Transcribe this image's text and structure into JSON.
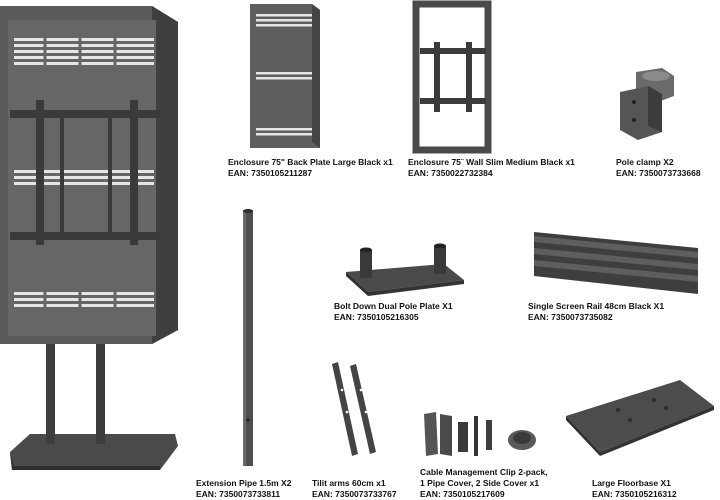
{
  "colors": {
    "metal_dark": "#4a4a4a",
    "metal_mid": "#5c5c5c",
    "metal_light": "#7a7a7a",
    "vent": "#e6e6e6"
  },
  "items": [
    {
      "name": "Enclosure 75\" Back Plate Large Black x1",
      "ean": "EAN: 7350105211287"
    },
    {
      "name": "Enclosure 75¨ Wall Slim Medium Black x1",
      "ean": "EAN: 7350022732384"
    },
    {
      "name": "Pole clamp X2",
      "ean": "EAN: 7350073733668"
    },
    {
      "name": "Bolt Down Dual Pole Plate X1",
      "ean": "EAN: 7350105216305"
    },
    {
      "name": "Single Screen Rail 48cm Black X1",
      "ean": "EAN: 7350073735082"
    },
    {
      "name": "Extension Pipe 1.5m  X2",
      "ean": "EAN: 7350073733811"
    },
    {
      "name": "Tilit arms 60cm x1",
      "ean": "EAN: 7350073733767"
    },
    {
      "name_line1": "Cable Management Clip 2-pack,",
      "name_line2": "1 Pipe Cover, 2 Side Cover x1",
      "ean": "EAN: 7350105217609"
    },
    {
      "name": "Large Floorbase X1",
      "ean": "EAN: 7350105216312"
    }
  ]
}
